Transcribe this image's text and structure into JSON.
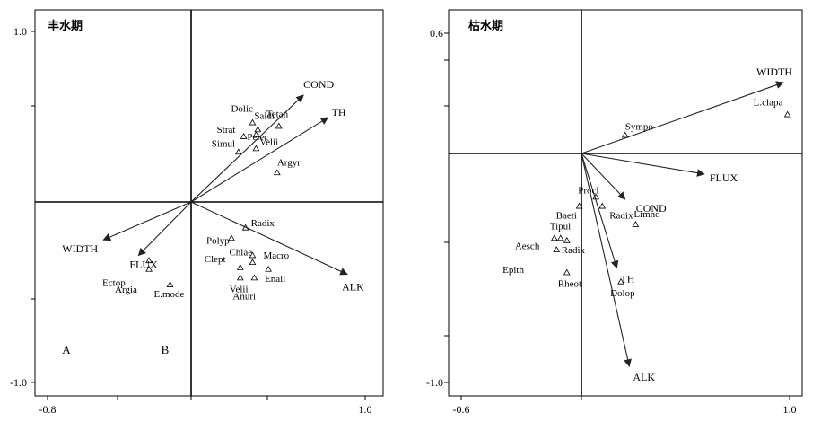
{
  "chart_data": [
    {
      "type": "scatter",
      "subtype": "ordination-biplot",
      "title": "丰水期",
      "xlim": [
        -0.8,
        1.0
      ],
      "ylim": [
        -1.0,
        1.0
      ],
      "x_tick_labels": [
        "-0.8",
        "1.0"
      ],
      "y_tick_labels": [
        "1.0",
        "-1.0"
      ],
      "grid": false,
      "vectors": [
        {
          "name": "COND",
          "x": 0.64,
          "y": 0.62
        },
        {
          "name": "TH",
          "x": 0.78,
          "y": 0.49
        },
        {
          "name": "WIDTH",
          "x": -0.5,
          "y": -0.22
        },
        {
          "name": "FLUX",
          "x": -0.3,
          "y": -0.31
        },
        {
          "name": "ALK",
          "x": 0.89,
          "y": -0.42
        }
      ],
      "species": [
        {
          "name": "Dolic",
          "x": 0.35,
          "y": 0.46
        },
        {
          "name": "Saldi",
          "x": 0.38,
          "y": 0.42
        },
        {
          "name": "Tetan",
          "x": 0.5,
          "y": 0.44
        },
        {
          "name": "Strat",
          "x": 0.3,
          "y": 0.38
        },
        {
          "name": "Pelec",
          "x": 0.37,
          "y": 0.39
        },
        {
          "name": "Simul",
          "x": 0.27,
          "y": 0.29
        },
        {
          "name": "Velii",
          "x": 0.37,
          "y": 0.31
        },
        {
          "name": "Argyr",
          "x": 0.49,
          "y": 0.17
        },
        {
          "name": "Radix",
          "x": 0.31,
          "y": -0.15
        },
        {
          "name": "Polyp",
          "x": 0.23,
          "y": -0.21
        },
        {
          "name": "Chlae",
          "x": 0.35,
          "y": -0.31
        },
        {
          "name": "Clept",
          "x": 0.28,
          "y": -0.38
        },
        {
          "name": "Macro",
          "x": 0.35,
          "y": -0.35
        },
        {
          "name": "Enall",
          "x": 0.44,
          "y": -0.39
        },
        {
          "name": "Velii",
          "x": 0.28,
          "y": -0.44
        },
        {
          "name": "Anuri",
          "x": 0.36,
          "y": -0.44
        },
        {
          "name": "Ectop",
          "x": -0.24,
          "y": -0.34
        },
        {
          "name": "Argia",
          "x": -0.24,
          "y": -0.39
        },
        {
          "name": "E.mode",
          "x": -0.12,
          "y": -0.48
        }
      ],
      "annotations": [
        "A",
        "B"
      ]
    },
    {
      "type": "scatter",
      "subtype": "ordination-biplot",
      "title": "枯水期",
      "xlim": [
        -0.6,
        1.0
      ],
      "ylim": [
        -1.0,
        0.6
      ],
      "x_tick_labels": [
        "-0.6",
        "1.0"
      ],
      "y_tick_labels": [
        "0.6",
        "-1.0"
      ],
      "grid": false,
      "vectors": [
        {
          "name": "WIDTH",
          "x": 0.97,
          "y": 0.31
        },
        {
          "name": "FLUX",
          "x": 0.59,
          "y": -0.09
        },
        {
          "name": "COND",
          "x": 0.21,
          "y": -0.2
        },
        {
          "name": "TH",
          "x": 0.17,
          "y": -0.5
        },
        {
          "name": "ALK",
          "x": 0.23,
          "y": -0.93
        }
      ],
      "species": [
        {
          "name": "L.clapa",
          "x": 0.99,
          "y": 0.17
        },
        {
          "name": "Sympo",
          "x": 0.21,
          "y": 0.08
        },
        {
          "name": "Procl",
          "x": 0.07,
          "y": -0.19
        },
        {
          "name": "Baeti",
          "x": -0.01,
          "y": -0.23
        },
        {
          "name": "Radix",
          "x": 0.1,
          "y": -0.23
        },
        {
          "name": "Limno",
          "x": 0.26,
          "y": -0.31
        },
        {
          "name": "Tipul",
          "x": -0.1,
          "y": -0.37
        },
        {
          "name": "Aesch",
          "x": -0.13,
          "y": -0.37
        },
        {
          "name": "Radix",
          "x": -0.07,
          "y": -0.38
        },
        {
          "name": "Epith",
          "x": -0.12,
          "y": -0.42
        },
        {
          "name": "Rheot",
          "x": -0.07,
          "y": -0.52
        },
        {
          "name": "Dolop",
          "x": 0.19,
          "y": -0.56
        }
      ]
    }
  ]
}
